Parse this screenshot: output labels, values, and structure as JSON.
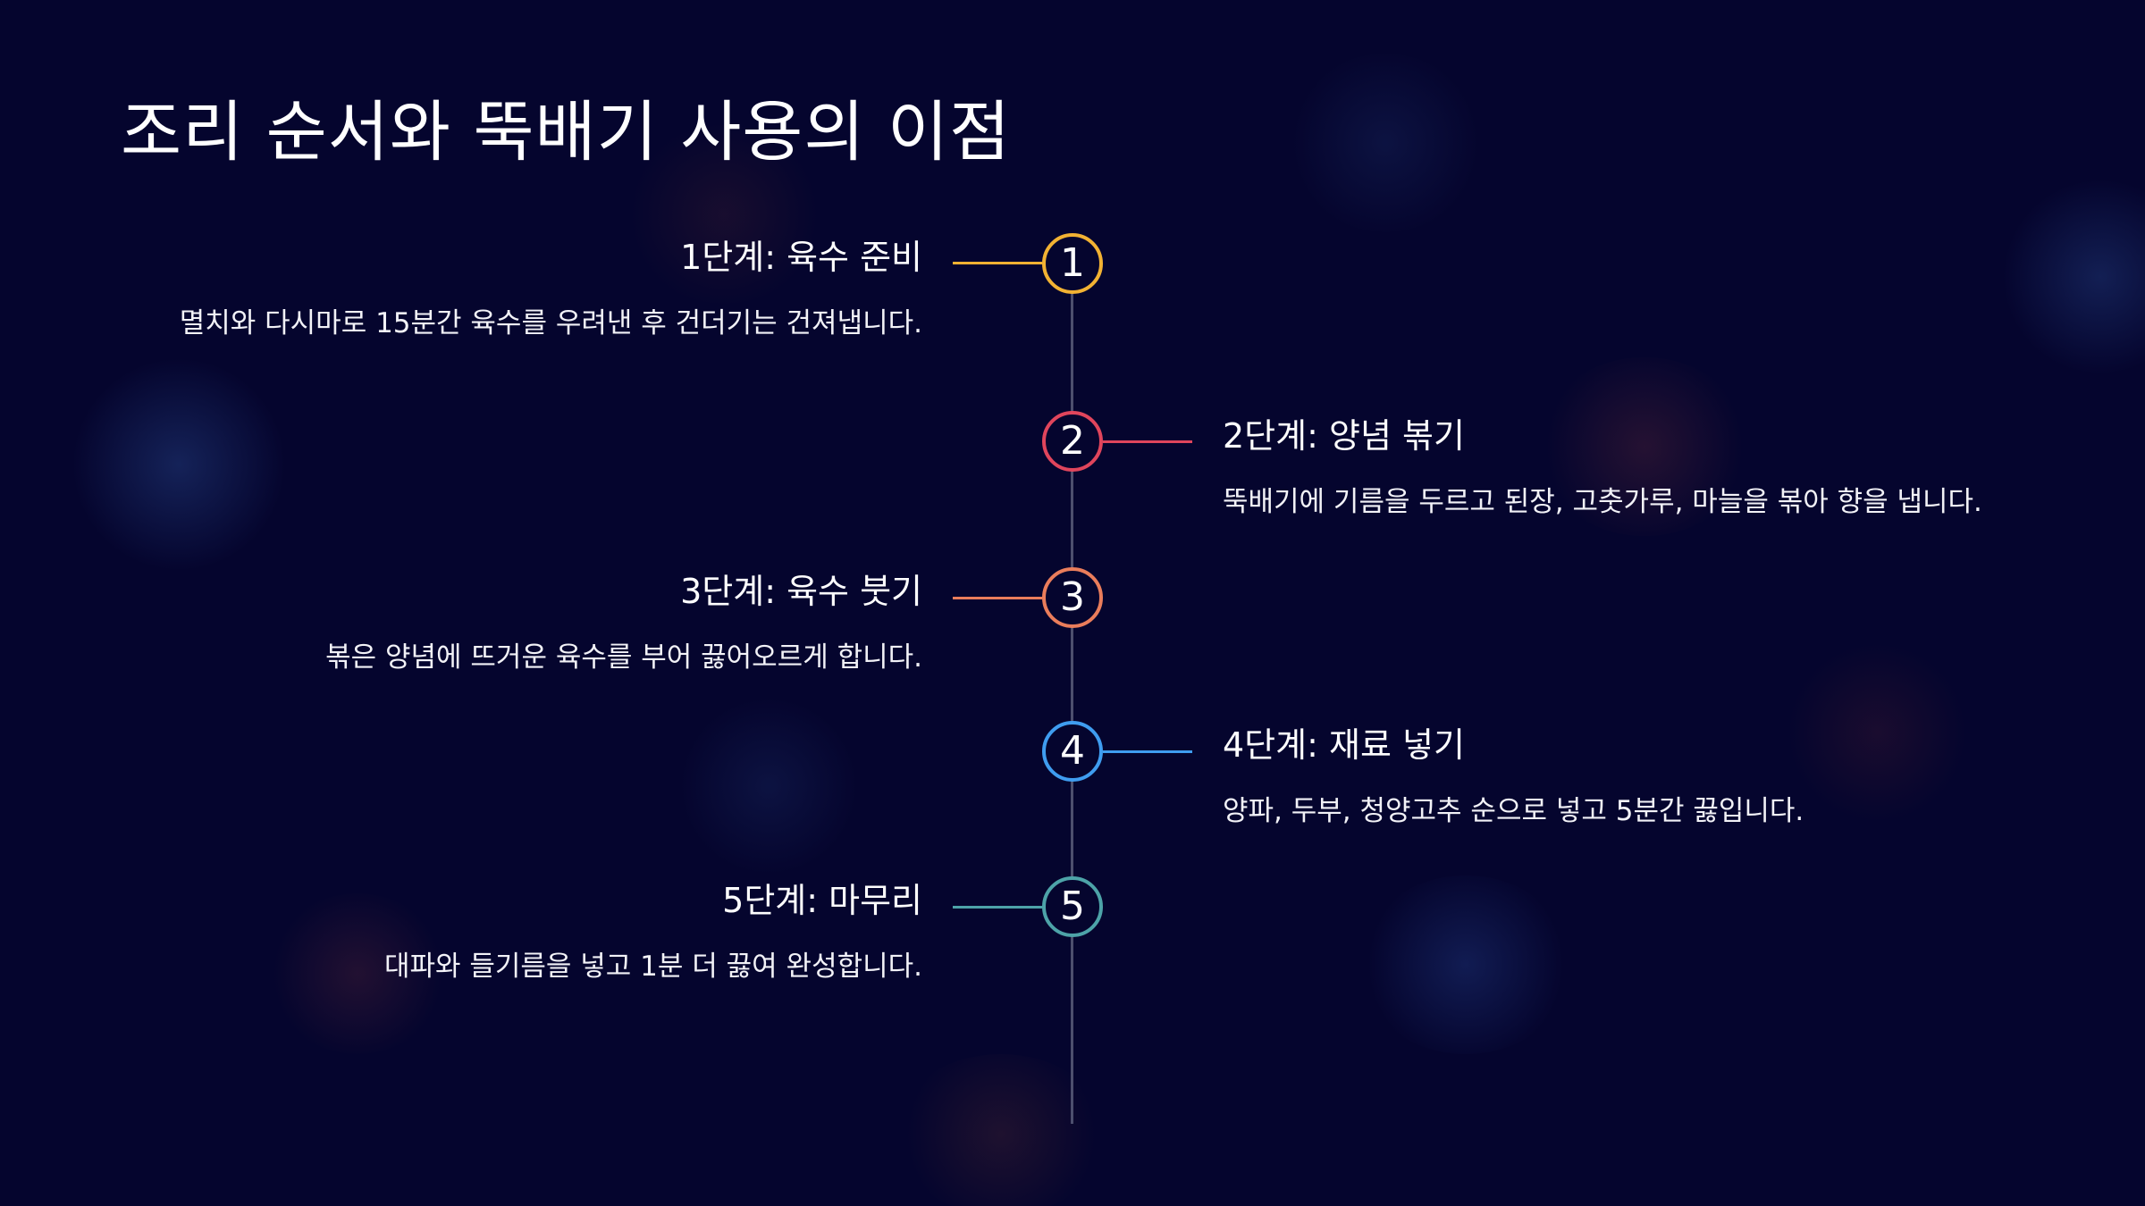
{
  "title": "조리 순서와 뚝배기 사용의 이점",
  "steps": [
    {
      "number": "1",
      "title": "1단계: 육수 준비",
      "description": "멸치와 다시마로 15분간 육수를 우려낸 후 건더기는 건져냅니다.",
      "side": "left",
      "color": "#f2b233"
    },
    {
      "number": "2",
      "title": "2단계: 양념 볶기",
      "description": "뚝배기에 기름을 두르고 된장, 고춧가루, 마늘을 볶아 향을 냅니다.",
      "side": "right",
      "color": "#e0455c"
    },
    {
      "number": "3",
      "title": "3단계: 육수 붓기",
      "description": "볶은 양념에 뜨거운 육수를 부어 끓어오르게 합니다.",
      "side": "left",
      "color": "#ea7d5b"
    },
    {
      "number": "4",
      "title": "4단계: 재료 넣기",
      "description": "양파, 두부, 청양고추 순으로 넣고 5분간 끓입니다.",
      "side": "right",
      "color": "#3f9df0"
    },
    {
      "number": "5",
      "title": "5단계: 마무리",
      "description": "대파와 들기름을 넣고 1분 더 끓여 완성합니다.",
      "side": "left",
      "color": "#4da3a8"
    }
  ]
}
